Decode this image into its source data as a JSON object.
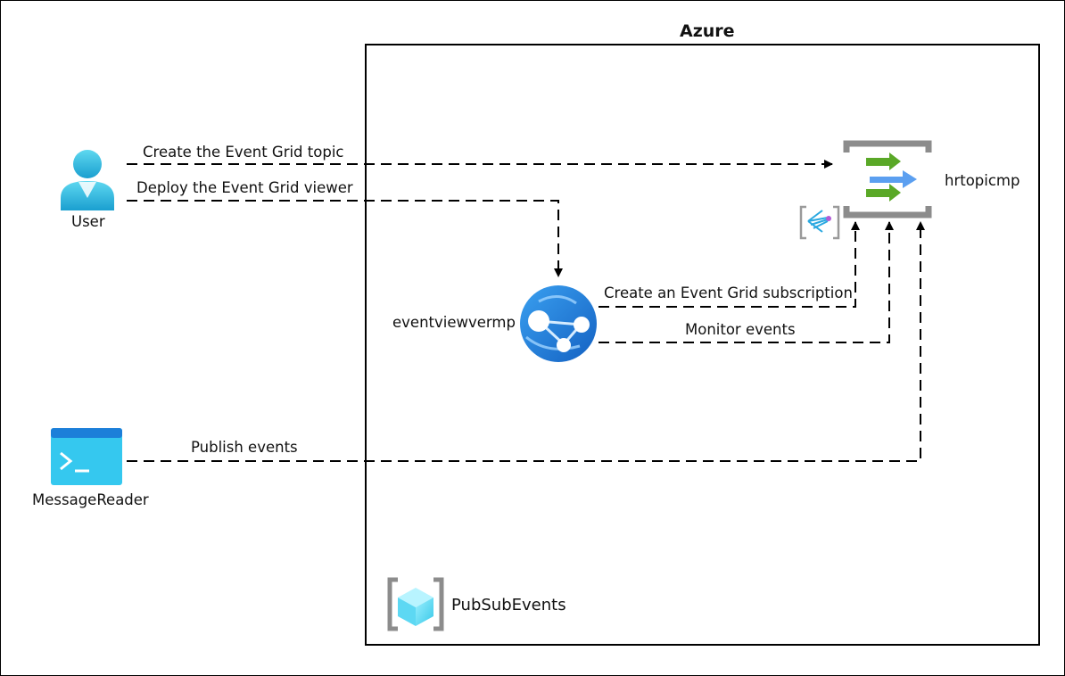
{
  "diagram": {
    "azure_title": "Azure",
    "actors": {
      "user": "User",
      "message_reader": "MessageReader"
    },
    "resources": {
      "topic": "hrtopicmp",
      "web_app": "eventviewvermp",
      "resource_group": "PubSubEvents"
    },
    "flows": {
      "create_topic": "Create the Event Grid topic",
      "deploy_viewer": "Deploy the Event Grid viewer",
      "create_subscription": "Create an Event Grid subscription",
      "monitor_events": "Monitor events",
      "publish_events": "Publish events"
    }
  }
}
